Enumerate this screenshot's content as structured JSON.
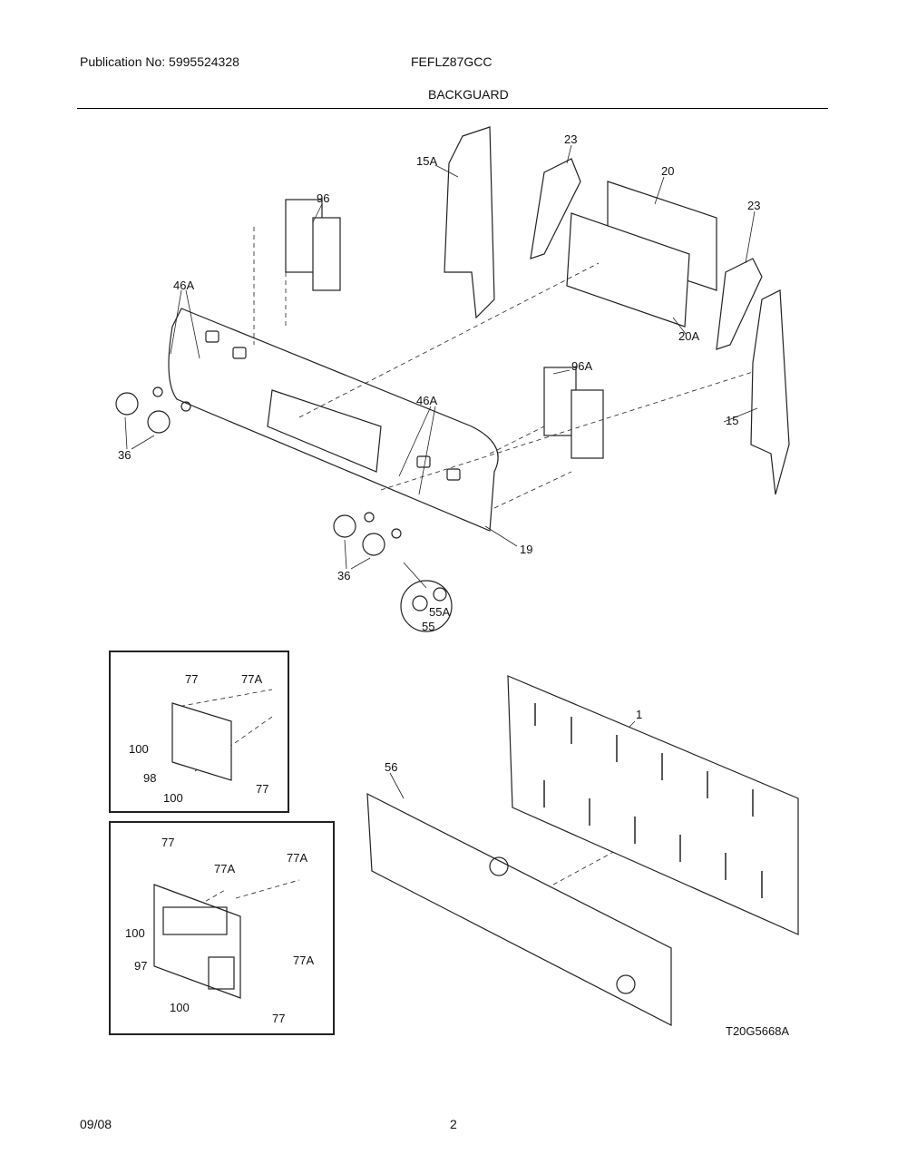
{
  "header": {
    "publication": "Publication No: 5995524328",
    "model": "FEFLZ87GCC",
    "section_title": "BACKGUARD"
  },
  "callouts": [
    "15A",
    "23",
    "20",
    "96",
    "23",
    "46A",
    "20A",
    "96A",
    "46A",
    "15",
    "36",
    "19",
    "36",
    "55A",
    "55",
    "1",
    "56"
  ],
  "inset_1": [
    "77",
    "77A",
    "100",
    "98",
    "100",
    "77"
  ],
  "inset_2": [
    "77",
    "77A",
    "77A",
    "100",
    "97",
    "77A",
    "100",
    "77"
  ],
  "drawing_code": "T20G5668A",
  "footer": {
    "date": "09/08",
    "page": "2"
  }
}
